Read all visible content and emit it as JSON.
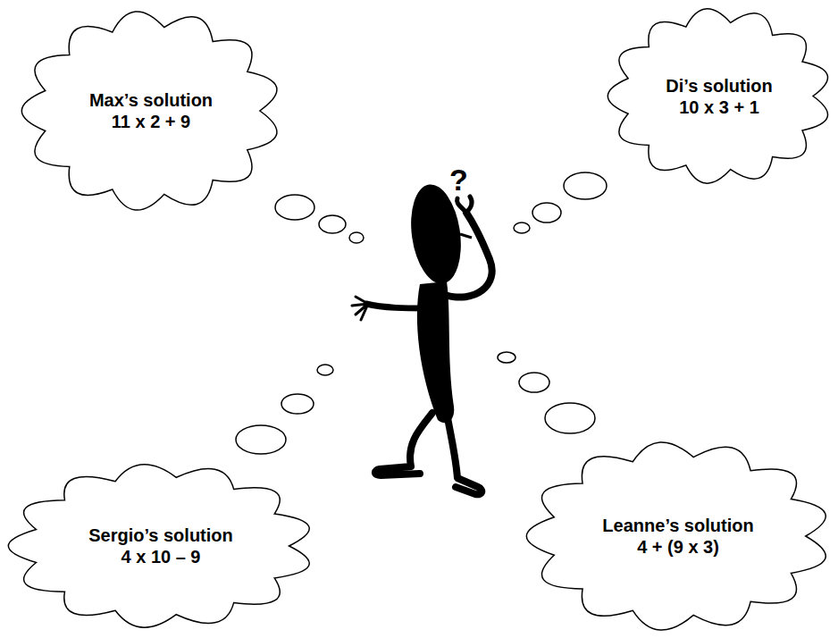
{
  "diagram": {
    "nodes": [
      {
        "text": [
          "Max’s solution",
          "11 x 2 + 9"
        ]
      },
      {
        "text": [
          "Di’s solution",
          "10 x 3 + 1"
        ]
      },
      {
        "text": [
          "Sergio’s solution",
          "4 x 10 – 9"
        ]
      },
      {
        "text": [
          "Leanne’s solution",
          "4 + (9 x 3)"
        ]
      }
    ],
    "labels": [
      "?"
    ]
  }
}
